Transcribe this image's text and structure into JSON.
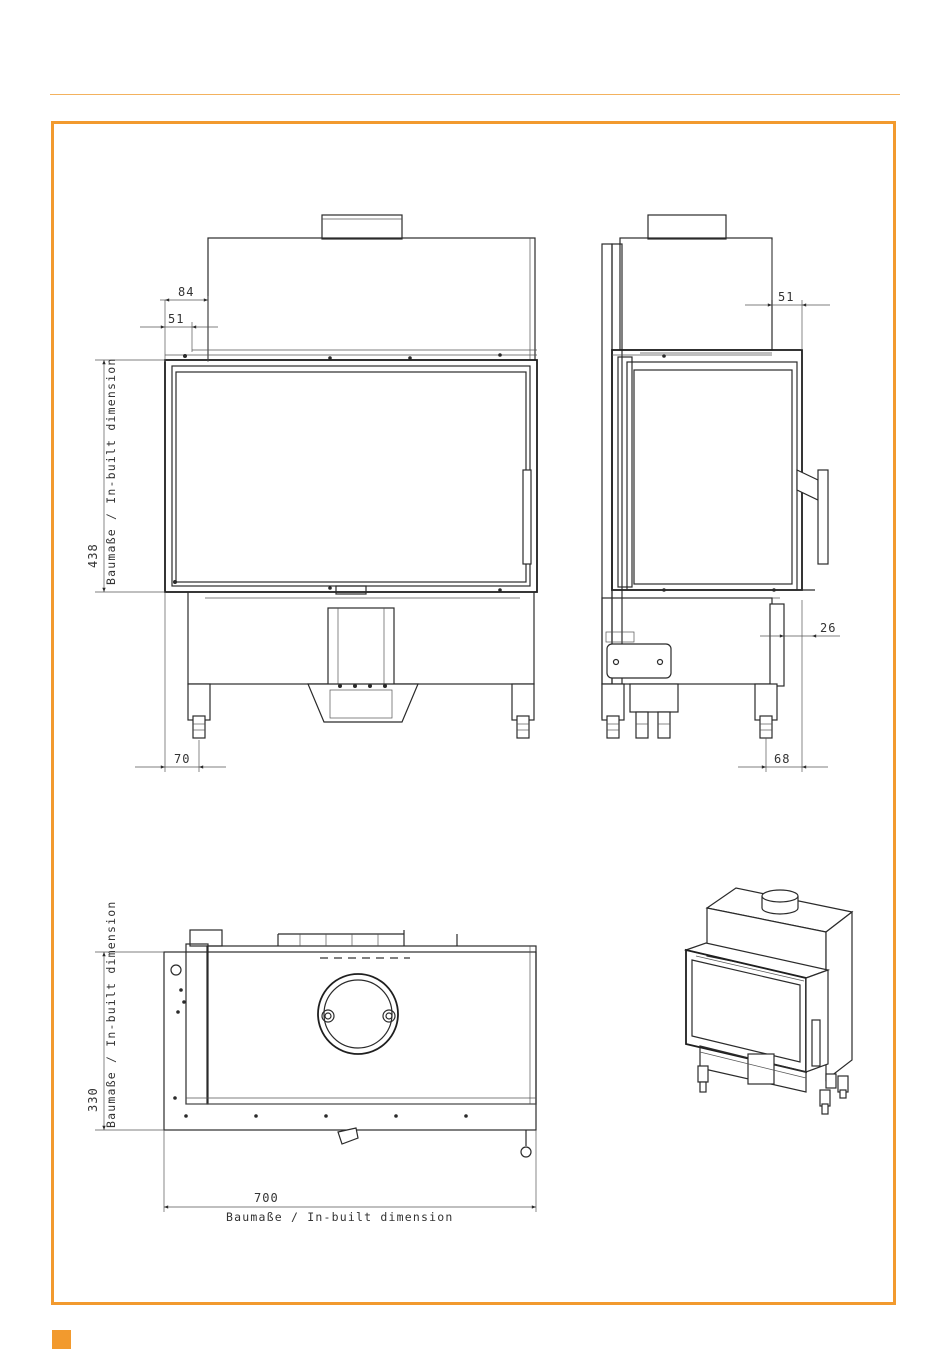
{
  "colors": {
    "accent": "#f29a2e",
    "rule": "#f3b25e"
  },
  "front_view": {
    "dim_top_outer": "84",
    "dim_top_inner": "51",
    "dim_height": "438",
    "dim_height_label": "Baumaße / In-built dimension",
    "dim_bottom": "70"
  },
  "side_view": {
    "dim_top": "51",
    "dim_middle": "26",
    "dim_bottom": "68"
  },
  "top_view": {
    "dim_depth": "330",
    "dim_depth_label": "Baumaße / In-built dimension",
    "dim_width": "700",
    "dim_width_label": "Baumaße / In-built dimension"
  }
}
